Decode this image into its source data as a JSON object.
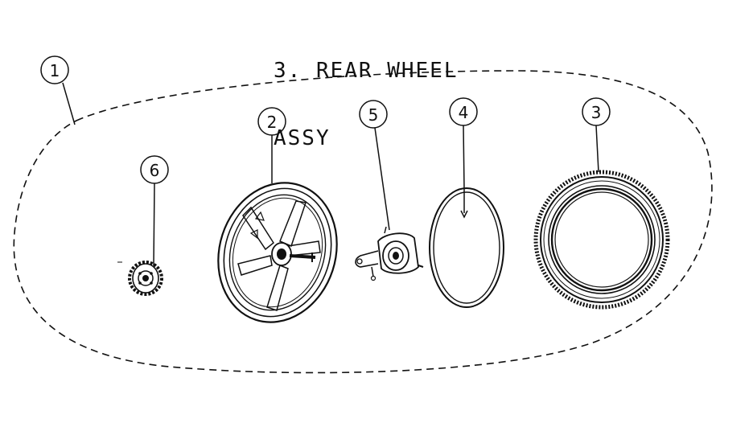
{
  "title": {
    "line1": "3. REAR WHEEL",
    "line2": "ASSY"
  },
  "callouts": [
    {
      "id": "1",
      "label": "1"
    },
    {
      "id": "2",
      "label": "2"
    },
    {
      "id": "3",
      "label": "3"
    },
    {
      "id": "4",
      "label": "4"
    },
    {
      "id": "5",
      "label": "5"
    },
    {
      "id": "6",
      "label": "6"
    }
  ],
  "colors": {
    "line": "#111111",
    "background": "#ffffff"
  }
}
